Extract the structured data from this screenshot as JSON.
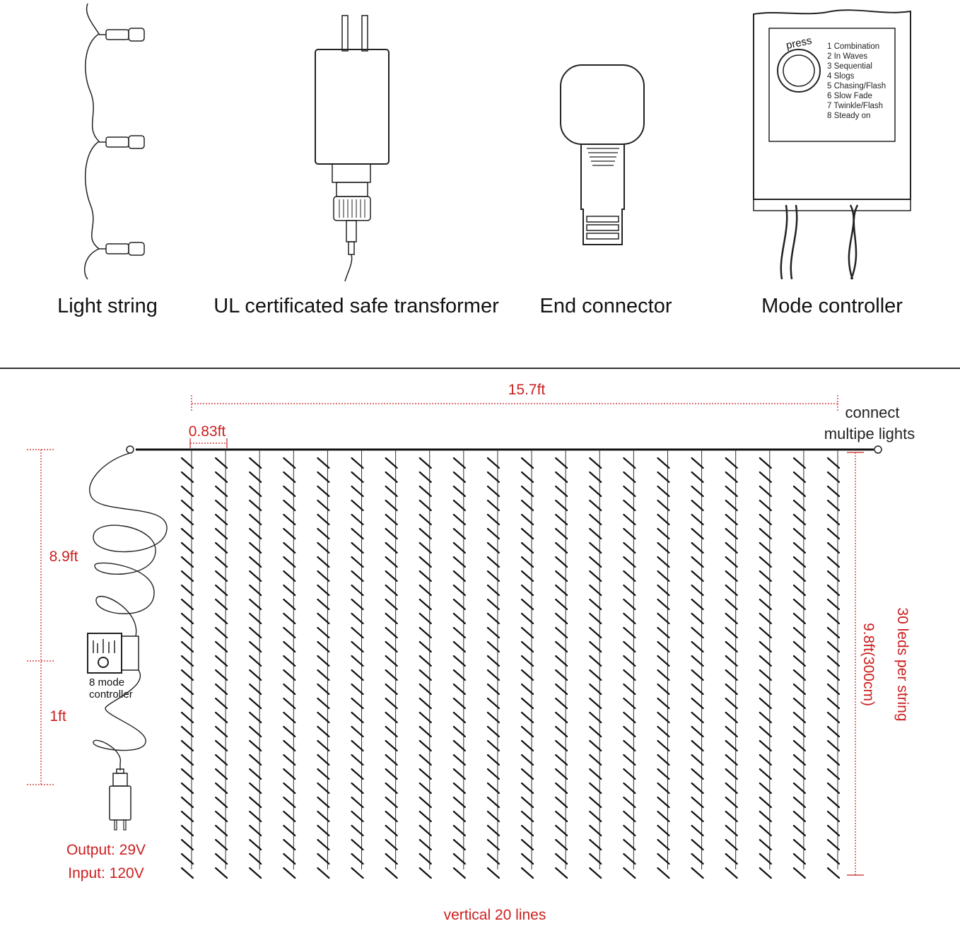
{
  "components": {
    "light_string": "Light string",
    "transformer": "UL certificated safe transformer",
    "end_connector": "End connector",
    "mode_controller": "Mode controller"
  },
  "controller_panel": {
    "press_label": "press",
    "modes": [
      "1 Combination",
      "2 In Waves",
      "3 Sequential",
      "4 Slogs",
      "5 Chasing/Flash",
      "6 Slow Fade",
      "7 Twinkle/Flash",
      "8 Steady on"
    ]
  },
  "dimensions": {
    "total_width": "15.7ft",
    "spacing": "0.83ft",
    "lead_cable": "8.9ft",
    "controller_cable": "1ft",
    "string_height": "9.8ft(300cm)",
    "leds_per_string": "30 leds per string",
    "vertical_lines": "vertical 20 lines"
  },
  "notes": {
    "connect_line1": "connect",
    "connect_line2": "multipe lights",
    "controller_line1": "8 mode",
    "controller_line2": "controller",
    "output": "Output: 29V",
    "input": "Input: 120V"
  },
  "curtain": {
    "strings": 20,
    "leds_per_string": 30
  },
  "colors": {
    "accent_red": "#cc2020",
    "line": "#222222"
  }
}
